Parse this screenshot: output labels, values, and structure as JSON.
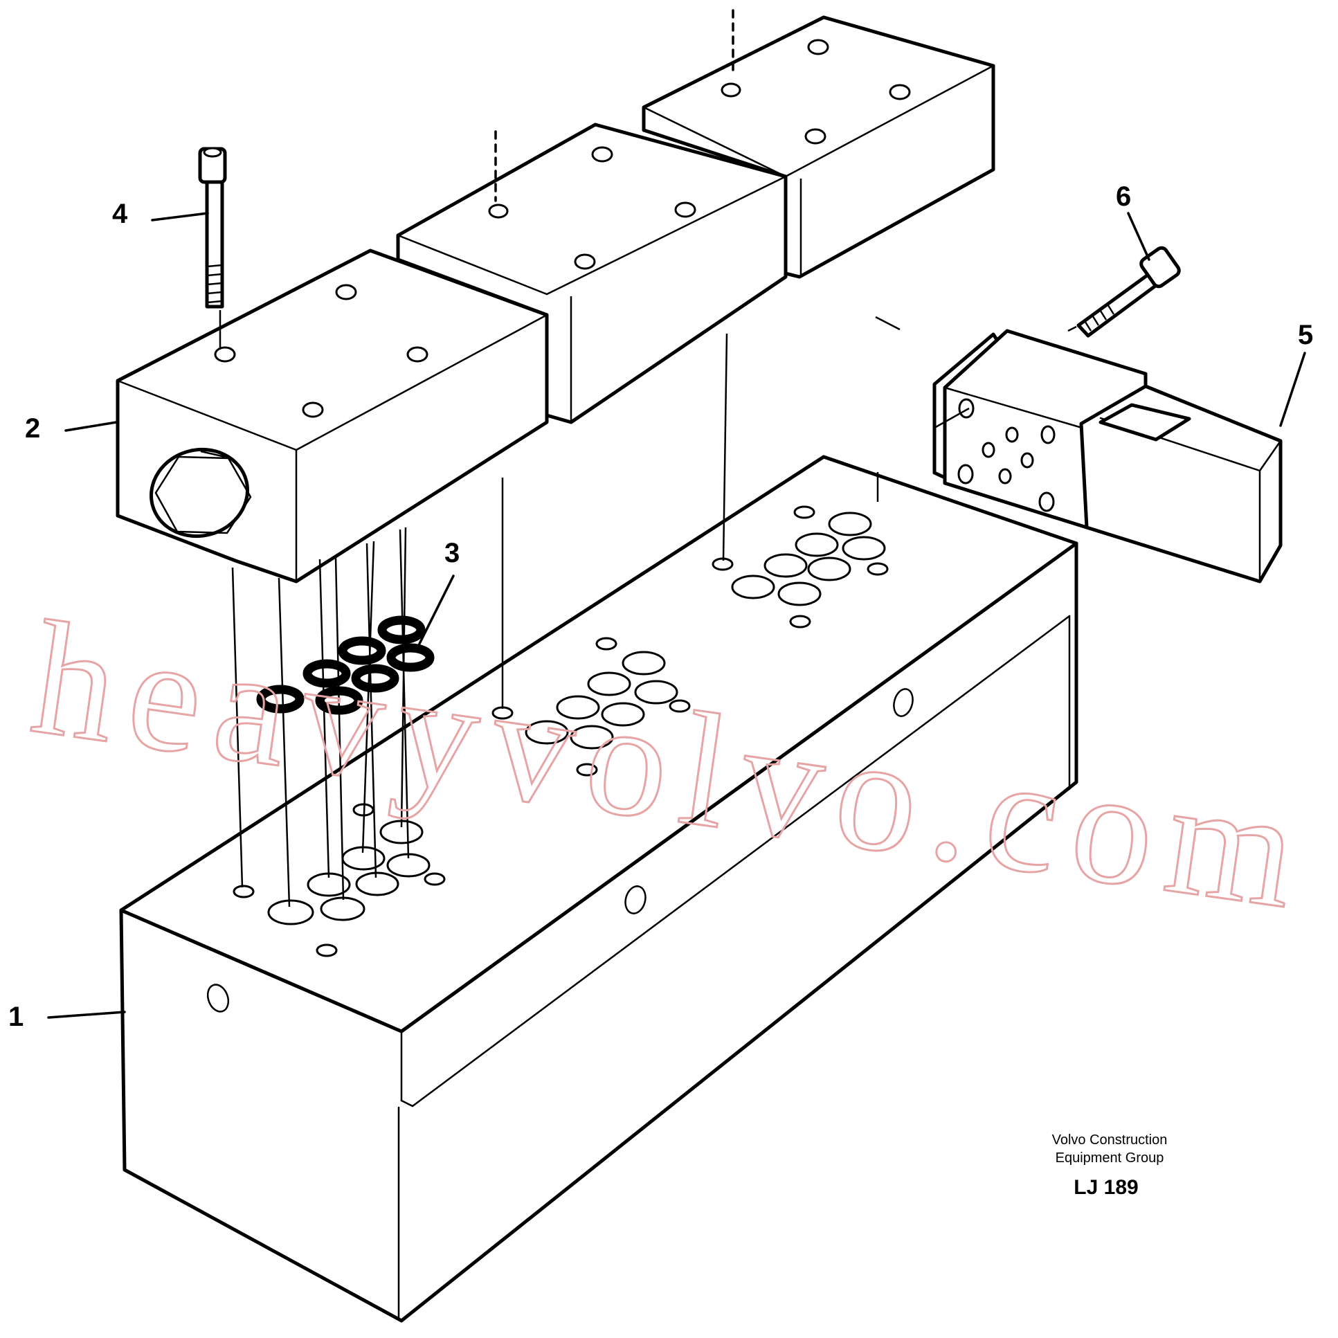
{
  "callouts": [
    {
      "id": "1",
      "label": "1"
    },
    {
      "id": "2",
      "label": "2"
    },
    {
      "id": "3",
      "label": "3"
    },
    {
      "id": "4",
      "label": "4"
    },
    {
      "id": "5",
      "label": "5"
    },
    {
      "id": "6",
      "label": "6"
    }
  ],
  "credit": {
    "line1": "Volvo Construction",
    "line2": "Equipment Group"
  },
  "drawing_code": "LJ 189",
  "watermark": "heavyvolvo.com",
  "colors": {
    "linework": "#000000",
    "watermark": "#e6a4a4"
  }
}
